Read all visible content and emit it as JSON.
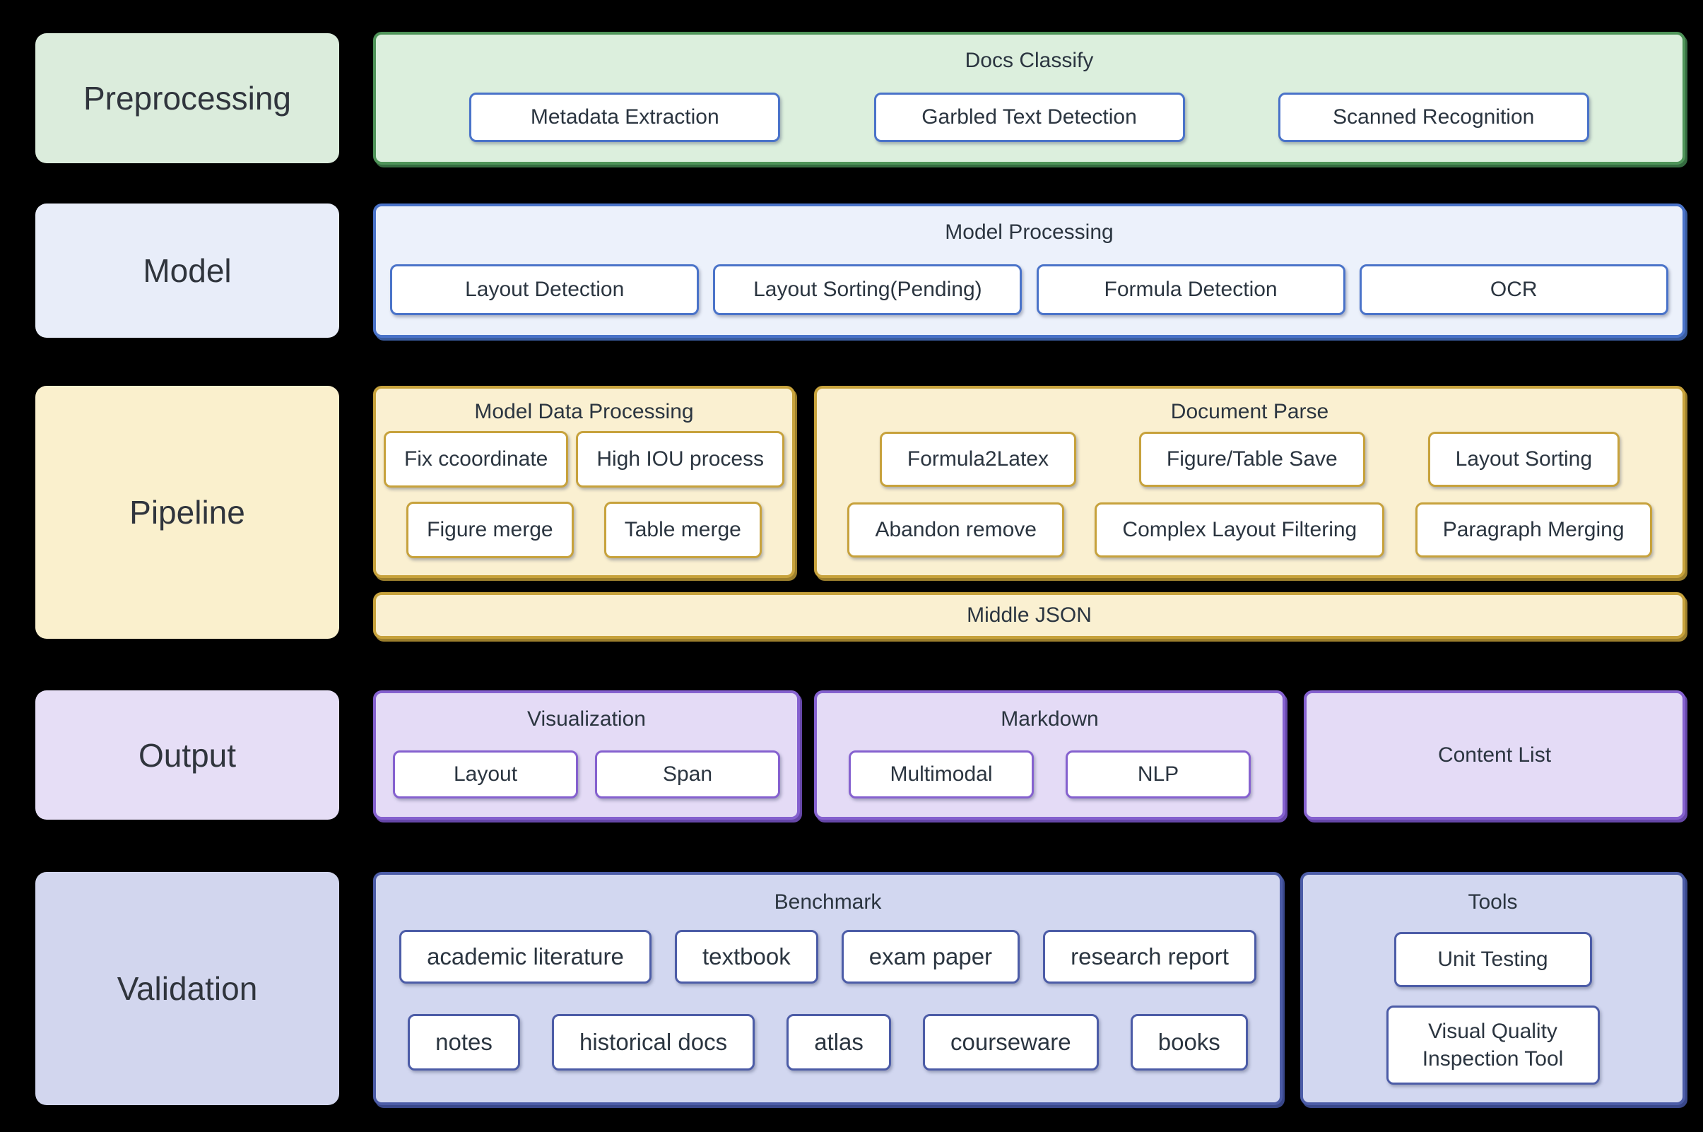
{
  "stages": [
    {
      "label": "Preprocessing"
    },
    {
      "label": "Model"
    },
    {
      "label": "Pipeline"
    },
    {
      "label": "Output"
    },
    {
      "label": "Validation"
    }
  ],
  "preprocessing": {
    "group_title": "Docs Classify",
    "items": [
      "Metadata Extraction",
      "Garbled Text Detection",
      "Scanned Recognition"
    ]
  },
  "model": {
    "group_title": "Model Processing",
    "items": [
      "Layout Detection",
      "Layout Sorting(Pending)",
      "Formula Detection",
      "OCR"
    ]
  },
  "pipeline": {
    "model_data_processing": {
      "title": "Model Data Processing",
      "row1": [
        "Fix ccoordinate",
        "High IOU process"
      ],
      "row2": [
        "Figure merge",
        "Table merge"
      ]
    },
    "document_parse": {
      "title": "Document Parse",
      "row1": [
        "Formula2Latex",
        "Figure/Table Save",
        "Layout Sorting"
      ],
      "row2": [
        "Abandon remove",
        "Complex Layout Filtering",
        "Paragraph Merging"
      ]
    },
    "middle_json": "Middle JSON"
  },
  "output": {
    "visualization": {
      "title": "Visualization",
      "items": [
        "Layout",
        "Span"
      ]
    },
    "markdown": {
      "title": "Markdown",
      "items": [
        "Multimodal",
        "NLP"
      ]
    },
    "content_list": "Content List"
  },
  "validation": {
    "benchmark": {
      "title": "Benchmark",
      "row1": [
        "academic literature",
        "textbook",
        "exam paper",
        "research report"
      ],
      "row2": [
        "notes",
        "historical docs",
        "atlas",
        "courseware",
        "books"
      ]
    },
    "tools": {
      "title": "Tools",
      "items": [
        "Unit Testing",
        "Visual Quality Inspection Tool"
      ]
    }
  },
  "colors": {
    "bg": "#000000",
    "text": "#2b3540",
    "label_text": "#30353d",
    "green_fill": "#dcefdd",
    "green_border": "#4f9459",
    "green_label": "#dbecdc",
    "green_shadow": "#356b40",
    "blue_fill": "#ecf1fb",
    "blue_border": "#4a73c9",
    "blue_label": "#e8edf9",
    "blue_shadow": "#3a5c9e",
    "yellow_fill": "#faf0d1",
    "yellow_border": "#c7a23c",
    "yellow_label": "#faf0cd",
    "yellow_shadow": "#9c7f2d",
    "purple_fill": "#e4dbf6",
    "purple_border": "#8561cf",
    "purple_label": "#e6def6",
    "purple_shadow": "#6647a8",
    "indigo_fill": "#d2d7f0",
    "indigo_border": "#4c5ca7",
    "indigo_label": "#d2d6ee",
    "indigo_shadow": "#39478a",
    "node_fill": "#ffffff"
  }
}
